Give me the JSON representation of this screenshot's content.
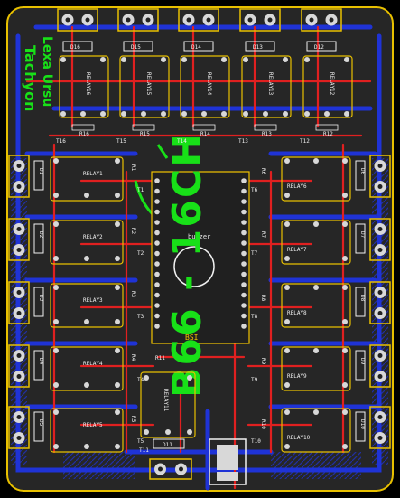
{
  "colors": {
    "board": "#2b2b2b",
    "outline": "#e8c000",
    "top_copper": "#e02020",
    "bottom_copper": "#1f33d6",
    "pad": "#d8d8d8",
    "silk": "#f0f0f0",
    "mark": "#18e018"
  },
  "top_relays": [
    {
      "id": "RELAY16",
      "diode": "D16",
      "transistor": "T16",
      "resistor": "R16"
    },
    {
      "id": "RELAY15",
      "diode": "D15",
      "transistor": "T15",
      "resistor": "R15"
    },
    {
      "id": "RELAY14",
      "diode": "D14",
      "transistor": "T14",
      "resistor": "R14"
    },
    {
      "id": "RELAY13",
      "diode": "D13",
      "transistor": "T13",
      "resistor": "R13"
    },
    {
      "id": "RELAY12",
      "diode": "D12",
      "transistor": "T12",
      "resistor": "R12"
    }
  ],
  "left_relays": [
    {
      "id": "RELAY1",
      "diode": "D1",
      "transistor": "T1",
      "resistor": "R1"
    },
    {
      "id": "RELAY2",
      "diode": "D2",
      "transistor": "T2",
      "resistor": "R2"
    },
    {
      "id": "RELAY3",
      "diode": "D3",
      "transistor": "T3",
      "resistor": "R3"
    },
    {
      "id": "RELAY4",
      "diode": "D4",
      "transistor": "T4",
      "resistor": "R4"
    },
    {
      "id": "RELAY5",
      "diode": "D5",
      "transistor": "T5",
      "resistor": "R5"
    }
  ],
  "right_relays": [
    {
      "id": "RELAY6",
      "diode": "D6",
      "transistor": "T6",
      "resistor": "R6"
    },
    {
      "id": "RELAY7",
      "diode": "D7",
      "transistor": "T7",
      "resistor": "R7"
    },
    {
      "id": "RELAY8",
      "diode": "D8",
      "transistor": "T8",
      "resistor": "R8"
    },
    {
      "id": "RELAY9",
      "diode": "D9",
      "transistor": "T9",
      "resistor": "R9"
    },
    {
      "id": "RELAY10",
      "diode": "D10",
      "transistor": "T10",
      "resistor": "R10"
    }
  ],
  "bottom_relay": {
    "id": "RELAY11",
    "diode": "D11",
    "transistor": "T11",
    "resistor": "R11"
  },
  "labels": {
    "credit_line1": "Tachyon",
    "credit_line2": "Lexa Ursu",
    "big_text": "B66 - 16CH",
    "buzzer": "buzzer",
    "bsi": "BSI"
  }
}
